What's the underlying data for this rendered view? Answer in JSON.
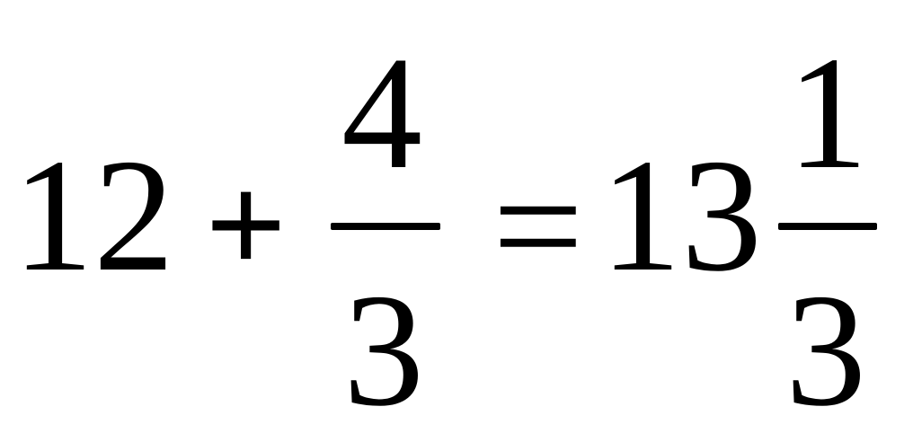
{
  "expression": {
    "whole_left": "12",
    "operator": "+",
    "fraction_left": {
      "numerator": "4",
      "denominator": "3"
    },
    "equals": "=",
    "whole_right": "13",
    "fraction_right": {
      "numerator": "1",
      "denominator": "3"
    }
  }
}
